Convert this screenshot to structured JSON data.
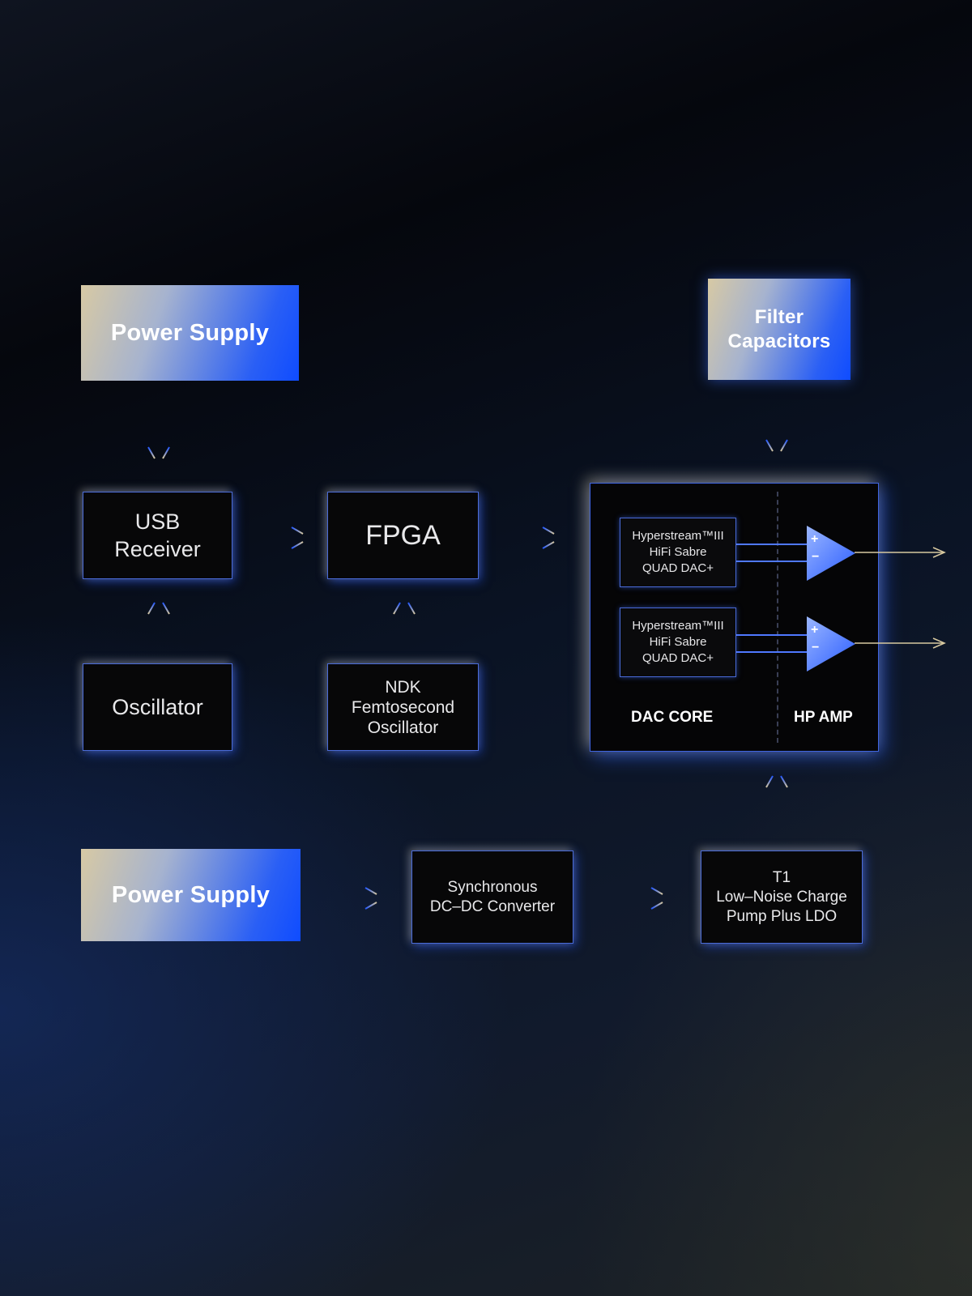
{
  "diagram": {
    "power_supply_top": "Power Supply",
    "filter_capacitors": "Filter\nCapacitors",
    "usb_receiver": "USB\nReceiver",
    "fpga": "FPGA",
    "oscillator": "Oscillator",
    "ndk_oscillator": "NDK\nFemtosecond\nOscillator",
    "dac_chip_1": "Hyperstream™III\nHiFi Sabre\nQUAD DAC+",
    "dac_chip_2": "Hyperstream™III\nHiFi Sabre\nQUAD DAC+",
    "dac_core_label": "DAC CORE",
    "hp_amp_label": "HP AMP",
    "power_supply_bottom": "Power Supply",
    "dc_dc_converter": "Synchronous\nDC–DC Converter",
    "charge_pump": "T1\nLow–Noise Charge\nPump Plus LDO",
    "amp_plus": "+",
    "amp_minus": "−"
  },
  "colors": {
    "accent_blue": "#1f55ff",
    "accent_gold": "#d8c9a0",
    "box_fill": "#070708"
  }
}
